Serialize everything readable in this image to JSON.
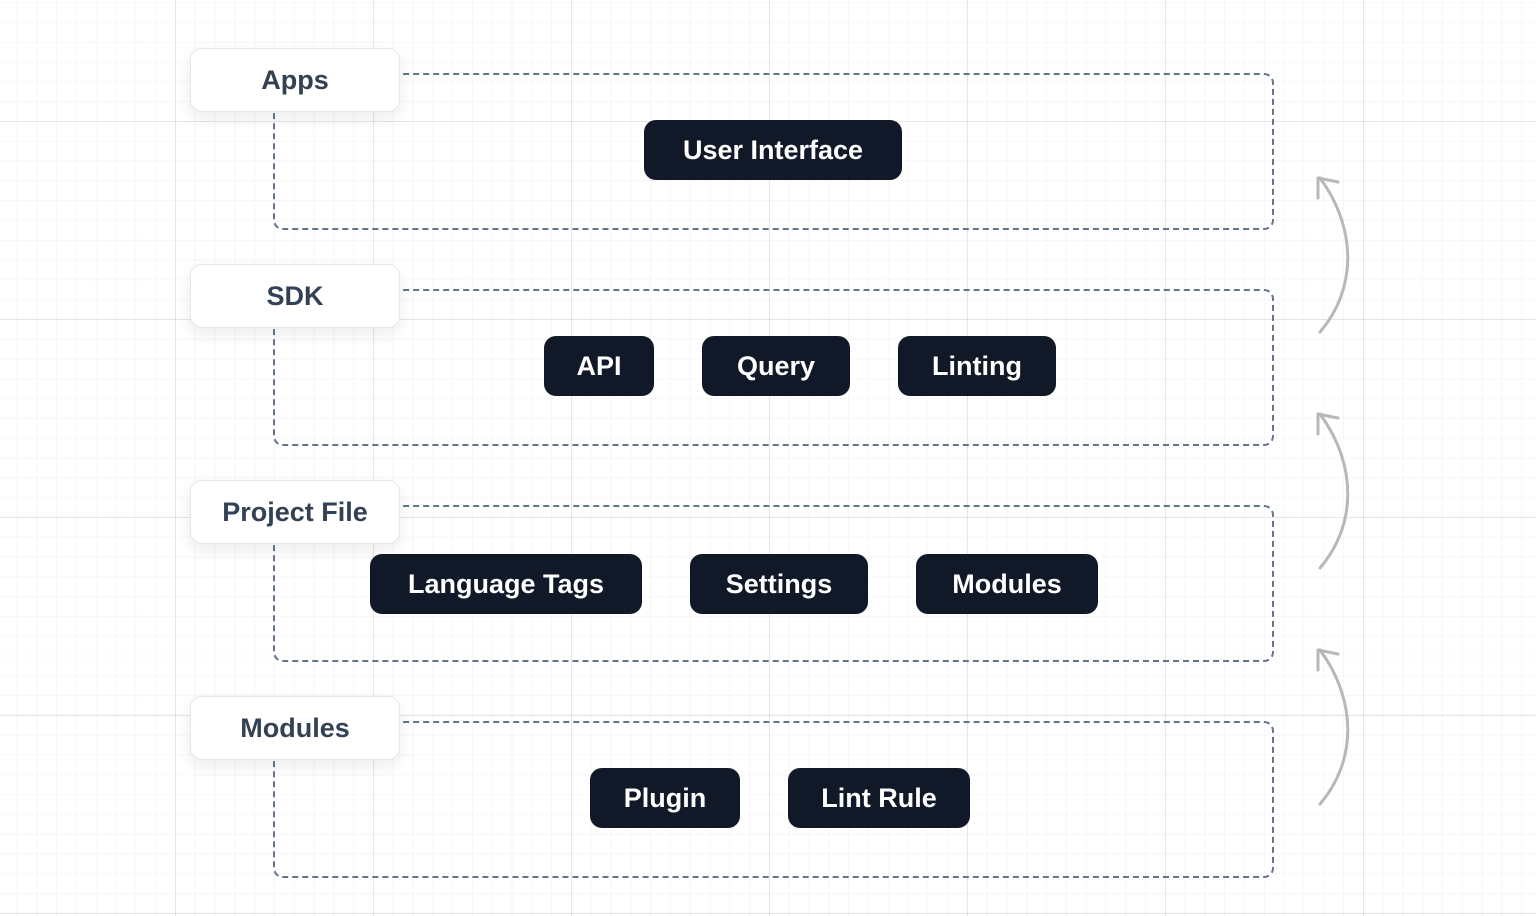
{
  "layers": [
    {
      "label": "Apps",
      "items": [
        "User Interface"
      ]
    },
    {
      "label": "SDK",
      "items": [
        "API",
        "Query",
        "Linting"
      ]
    },
    {
      "label": "Project File",
      "items": [
        "Language Tags",
        "Settings",
        "Modules"
      ]
    },
    {
      "label": "Modules",
      "items": [
        "Plugin",
        "Lint Rule"
      ]
    }
  ],
  "colors": {
    "pill_background": "#111827",
    "pill_text": "#ffffff",
    "label_text": "#334155",
    "dashed_border": "#64748b",
    "arrow": "#b8b8b8"
  },
  "icons": [
    "up-arrow-icon",
    "up-arrow-icon",
    "up-arrow-icon"
  ]
}
